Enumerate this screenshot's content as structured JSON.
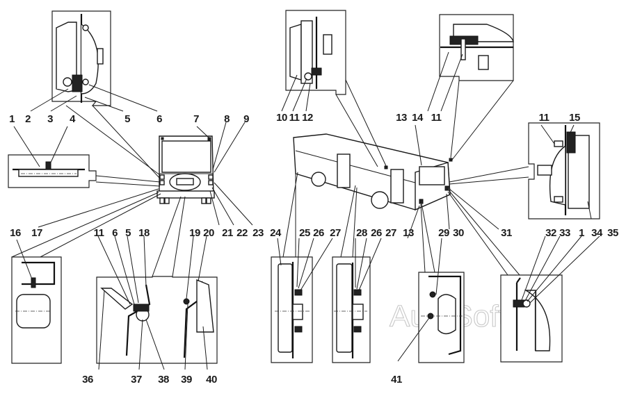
{
  "diagram": {
    "subject": "Bus exterior lighting installation",
    "watermark": "AutoSoft",
    "callouts": {
      "c1": "1",
      "c2": "2",
      "c3": "3",
      "c4": "4",
      "c5": "5",
      "c6": "6",
      "c7": "7",
      "c8": "8",
      "c9": "9",
      "c10": "10",
      "c11a": "11",
      "c12": "12",
      "c13a": "13",
      "c14": "14",
      "c11b": "11",
      "c11c": "11",
      "c15": "15",
      "c16": "16",
      "c17": "17",
      "c21": "21",
      "c22": "22",
      "c23": "23",
      "c24": "24",
      "c25": "25",
      "c26a": "26",
      "c27a": "27",
      "c28": "28",
      "c26b": "26",
      "c27b": "27",
      "c13b": "13",
      "c29": "29",
      "c30": "30",
      "c31": "31",
      "c32": "32",
      "c33": "33",
      "c1b": "1",
      "c34": "34",
      "c35": "35",
      "c11d": "11",
      "c6b": "6",
      "c5b": "5",
      "c18": "18",
      "c19": "19",
      "c20": "20",
      "c36": "36",
      "c37": "37",
      "c38": "38",
      "c39": "39",
      "c40": "40",
      "c41": "41"
    }
  }
}
